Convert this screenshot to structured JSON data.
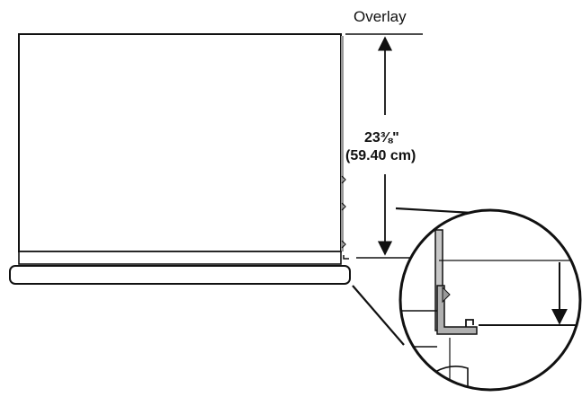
{
  "labels": {
    "overlay": "Overlay",
    "dimension_in": "23⅜\"",
    "dimension_cm": "(59.40 cm)"
  }
}
